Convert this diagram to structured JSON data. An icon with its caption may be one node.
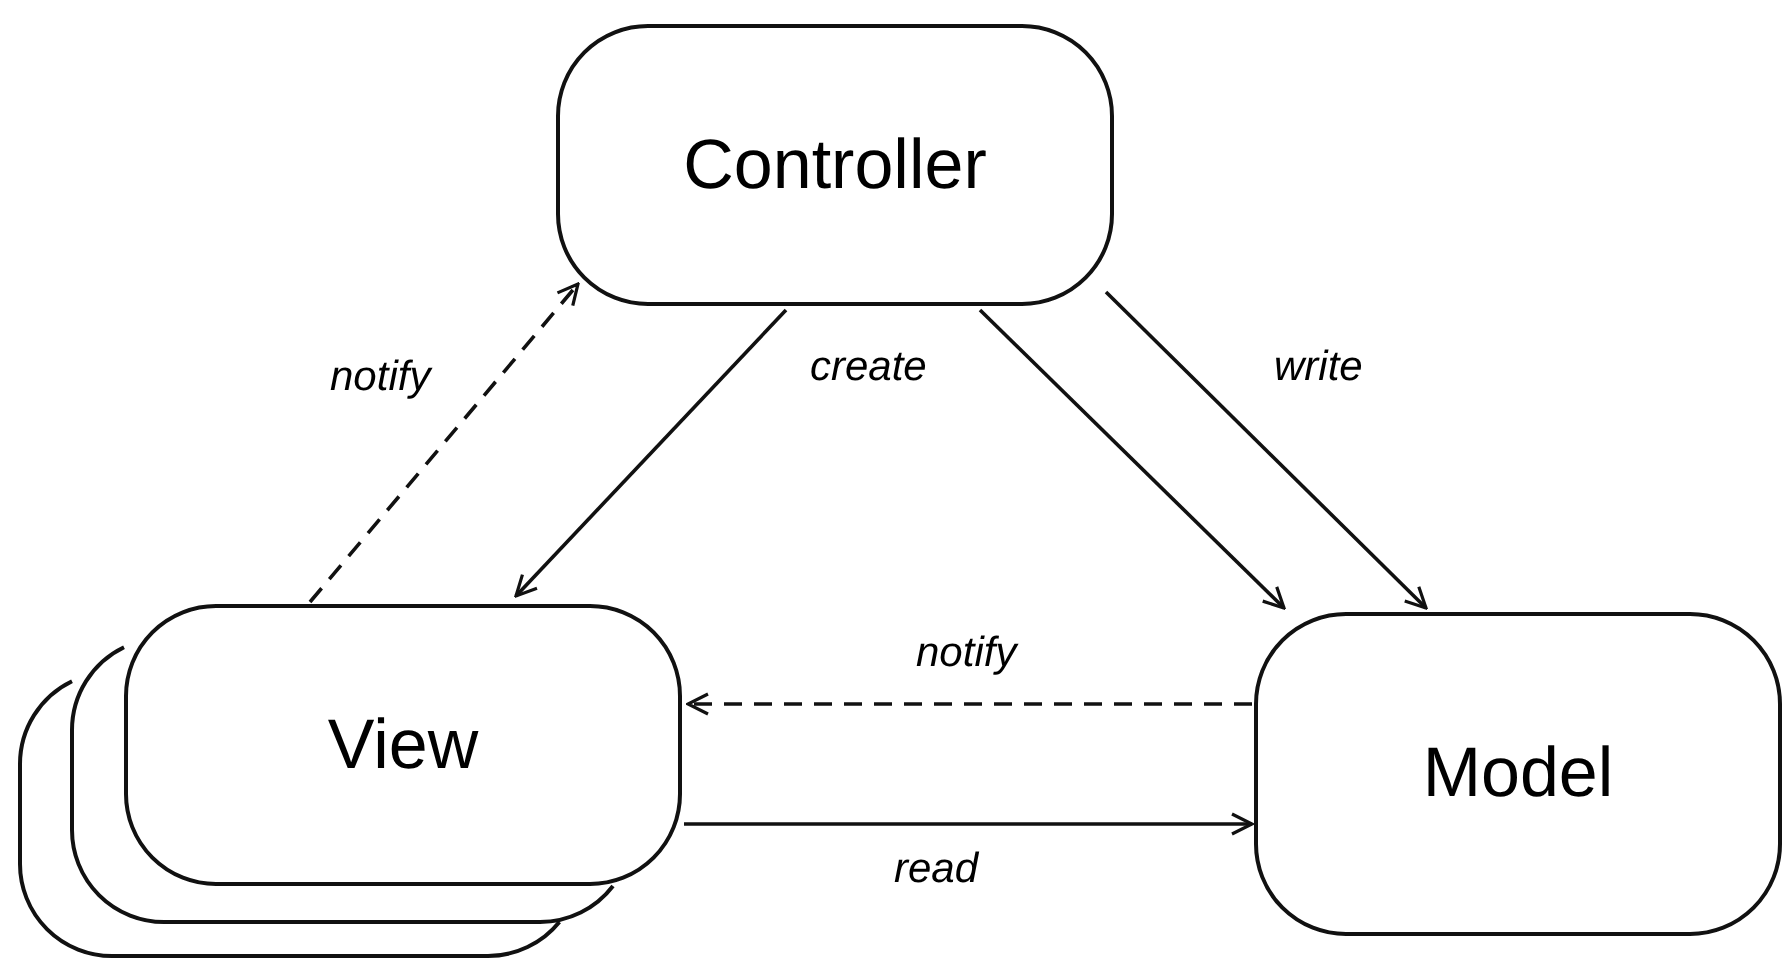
{
  "diagram": {
    "nodes": [
      {
        "text": [
          "Controller"
        ]
      },
      {
        "text": [
          "View"
        ]
      },
      {
        "text": [
          "Model"
        ]
      }
    ],
    "edges": [
      {
        "from": 1,
        "to": 0,
        "arrow": "to",
        "label": "notify",
        "style": "dashed"
      },
      {
        "from": 0,
        "to": 1,
        "arrow": "to",
        "label": "create"
      },
      {
        "from": 0,
        "to": 2,
        "arrow": "to"
      },
      {
        "from": 0,
        "to": 2,
        "arrow": "to",
        "label": "write"
      },
      {
        "from": 2,
        "to": 1,
        "arrow": "to",
        "label": "notify",
        "style": "dashed"
      },
      {
        "from": 1,
        "to": 2,
        "arrow": "to",
        "label": "read"
      }
    ]
  }
}
